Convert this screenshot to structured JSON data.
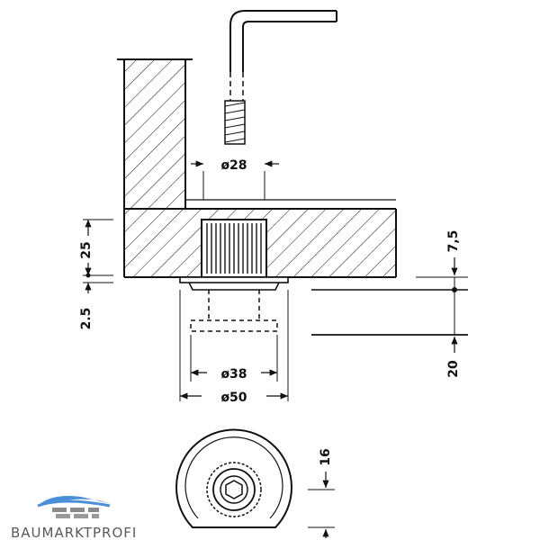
{
  "dimensions": {
    "d28": "ø28",
    "d38": "ø38",
    "d50": "ø50",
    "h25": "25",
    "h2_5": "2.5",
    "h7_5": "7,5",
    "h20": "20",
    "h16": "16"
  },
  "logo": {
    "text": "BAUMARKTPROFI"
  },
  "colors": {
    "line": "#111111",
    "logo_blue": "#4a90d9",
    "logo_gray": "#777777"
  }
}
